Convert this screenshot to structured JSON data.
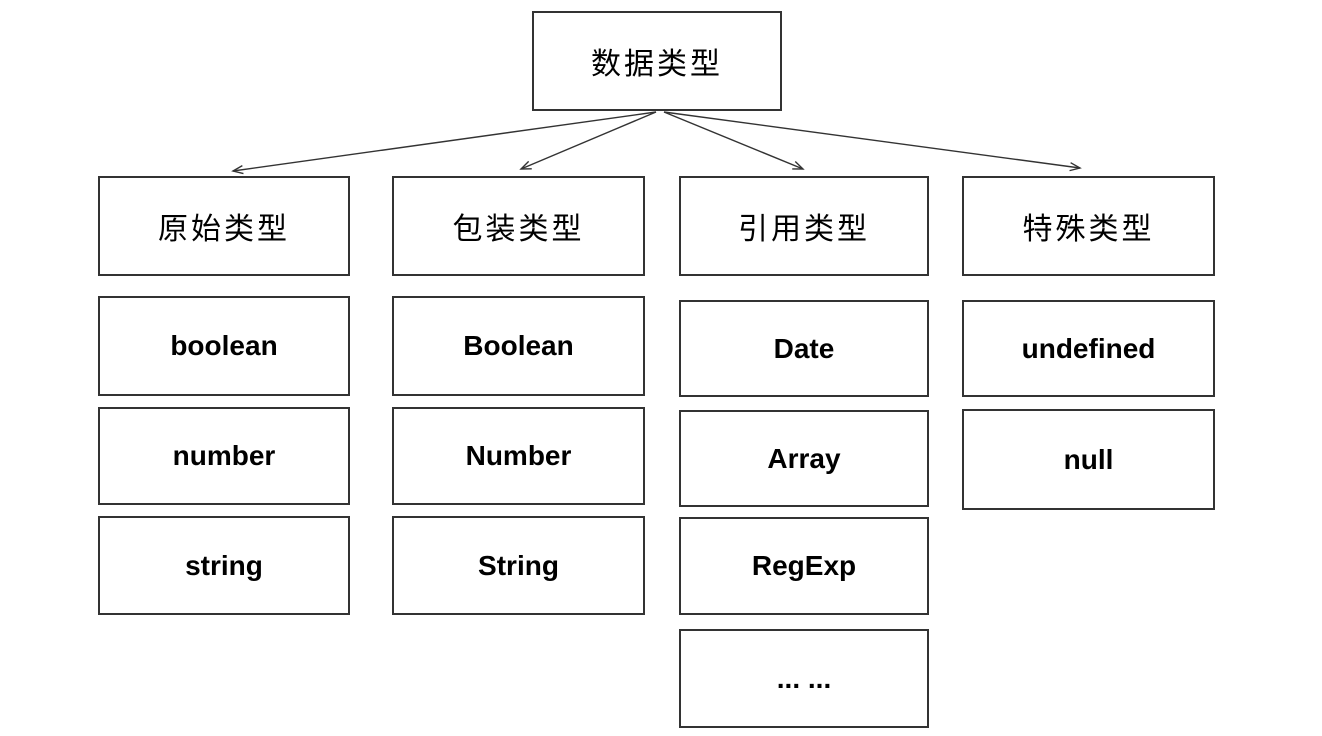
{
  "diagram": {
    "root_label": "数据类型",
    "columns": [
      {
        "header": "原始类型",
        "children": [
          "boolean",
          "number",
          "string"
        ]
      },
      {
        "header": "包装类型",
        "children": [
          "Boolean",
          "Number",
          "String"
        ]
      },
      {
        "header": "引用类型",
        "children": [
          "Date",
          "Array",
          "RegExp",
          "... ..."
        ]
      },
      {
        "header": "特殊类型",
        "children": [
          "undefined",
          "null"
        ]
      }
    ],
    "colors": {
      "box_border": "#333333",
      "arrow": "#333333",
      "text": "#000000",
      "background": "#ffffff"
    }
  }
}
